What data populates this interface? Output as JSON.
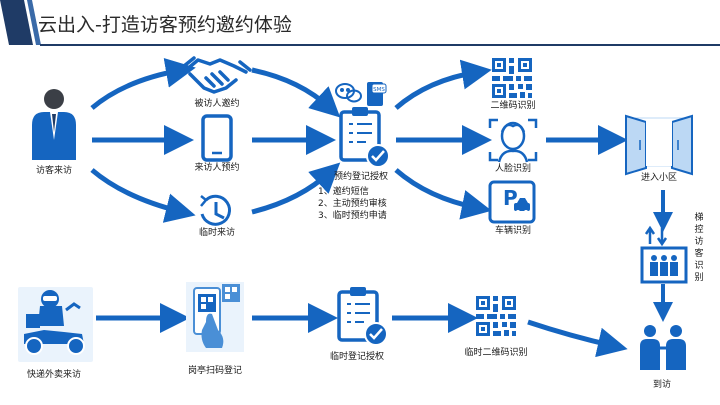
{
  "title": "云出入-打造访客预约邀约体验",
  "colors": {
    "primary": "#1565c0",
    "accent": "#2f7fd6",
    "dark": "#1f3b66",
    "light": "#bcd8f4"
  },
  "nodes": {
    "visitor": "访客来访",
    "invited": "被访人邀约",
    "visitor_booking": "来访人预约",
    "temp_visit": "临时来访",
    "booking_auth": "预约登记授权",
    "qr_recog": "二维码识别",
    "face_recog": "人脸识别",
    "vehicle_recog": "车辆识别",
    "enter_community": "进入小区",
    "elevator_recog": "梯控访客识别",
    "arrive": "到访",
    "courier": "快递外卖来访",
    "gate_scan": "岗亭扫码登记",
    "temp_auth": "临时登记授权",
    "temp_qr": "临时二维码识别"
  },
  "auth_list": [
    "1、邀约短信",
    "2、主动预约审核",
    "3、临时预约申请"
  ],
  "icons": {
    "visitor": "person-suit-icon",
    "invited": "handshake-icon",
    "visitor_booking": "smartphone-icon",
    "temp_visit": "clock-icon",
    "booking_auth": "clipboard-check-icon",
    "wechat": "wechat-icon",
    "sms": "sms-icon",
    "qr": "qr-code-icon",
    "face": "face-scan-icon",
    "vehicle": "parking-car-icon",
    "door": "open-door-icon",
    "elevator": "elevator-icon",
    "arrive": "people-pair-icon",
    "courier": "delivery-scooter-icon",
    "gate_scan": "phone-scan-qr-icon",
    "temp_auth": "clipboard-check-icon",
    "temp_qr": "qr-code-icon"
  }
}
